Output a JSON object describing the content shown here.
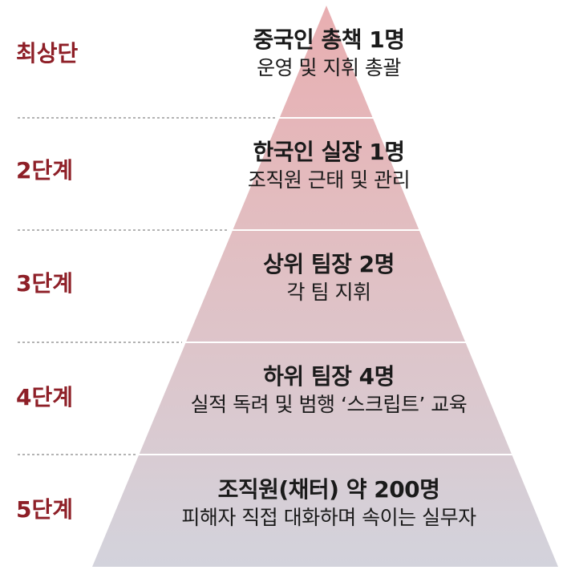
{
  "tiers": [
    {
      "level": "최상단",
      "title": "중국인 총책 1명",
      "desc": "운영 및 지휘 총괄"
    },
    {
      "level": "2단계",
      "title": "한국인 실장 1명",
      "desc": "조직원 근태 및 관리"
    },
    {
      "level": "3단계",
      "title": "상위 팀장 2명",
      "desc": "각 팀 지휘"
    },
    {
      "level": "4단계",
      "title": "하위 팀장 4명",
      "desc": "실적 독려 및 범행 ‘스크립트’ 교육"
    },
    {
      "level": "5단계",
      "title": "조직원(채터) 약 200명",
      "desc": "피해자 직접 대화하며 속이는 실무자"
    }
  ],
  "colors": {
    "label": "#8e1f27",
    "tier_fills": [
      "#e8b3b5",
      "#e4bcbf",
      "#dfc4c8",
      "#d9ccd2",
      "#d4d4dc"
    ],
    "divider": "#ffffff",
    "dashed_line": "#9a9a9a"
  }
}
